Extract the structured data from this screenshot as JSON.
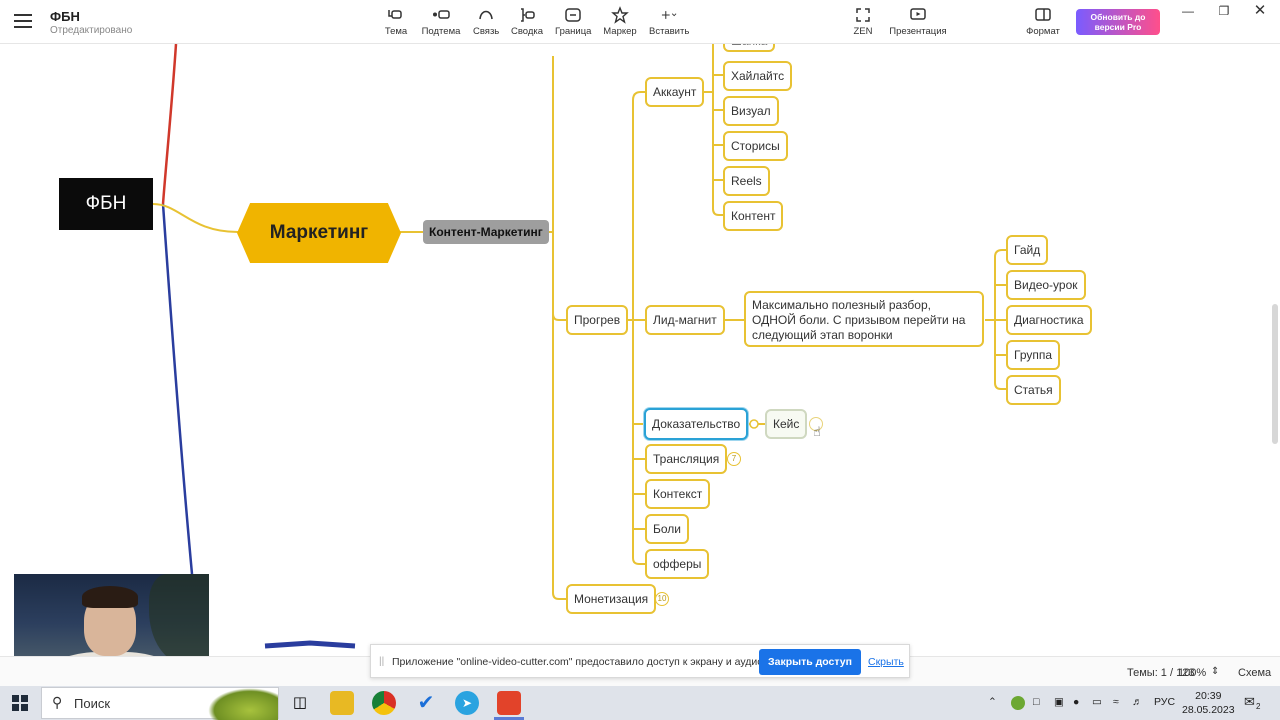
{
  "app": {
    "title": "ФБН",
    "status": "Отредактировано"
  },
  "toolbar": {
    "items": [
      {
        "label": "Тема",
        "icon": "topic-icon"
      },
      {
        "label": "Подтема",
        "icon": "subtopic-icon"
      },
      {
        "label": "Связь",
        "icon": "relationship-icon"
      },
      {
        "label": "Сводка",
        "icon": "summary-icon"
      },
      {
        "label": "Граница",
        "icon": "boundary-icon"
      },
      {
        "label": "Маркер",
        "icon": "star-marker-icon"
      },
      {
        "label": "Вставить",
        "icon": "plus-insert-icon"
      },
      {
        "label": "ZEN",
        "icon": "zen-fullscreen-icon"
      },
      {
        "label": "Презентация",
        "icon": "presentation-icon"
      },
      {
        "label": "Формат",
        "icon": "format-panel-icon"
      }
    ],
    "upgrade_label": "Обновить до версии Pro"
  },
  "mindmap": {
    "root": "ФБН",
    "central": "Маркетинг",
    "branch": "Контент-Маркетинг",
    "partial_top": "Шапка",
    "progrev": "Прогрев",
    "monetization": "Монетизация",
    "monetization_count": "10",
    "account": "Аккаунт",
    "account_children": [
      "Хайлайтс",
      "Визуал",
      "Сторисы",
      "Reels",
      "Контент"
    ],
    "lead_magnet": "Лид-магнит",
    "lead_magnet_desc": "Максимально полезный разбор, ОДНОЙ боли. С призывом перейти на следующий этап воронки",
    "lead_magnet_children": [
      "Гайд",
      "Видео-урок",
      "Диагностика",
      "Группа",
      "Статья"
    ],
    "proof": "Доказательство",
    "case": "Кейс",
    "broadcast": "Трансляция",
    "broadcast_count": "7",
    "progrev_children": [
      "Контекст",
      "Боли",
      "офферы"
    ]
  },
  "share_banner": {
    "message": "Приложение \"online-video-cutter.com\" предоставило доступ к экрану и аудио.",
    "close_label": "Закрыть доступ",
    "hide_label": "Скрыть"
  },
  "status_bar": {
    "topics": "Темы: 1 / 123",
    "zoom": "100%",
    "view": "Схема"
  },
  "taskbar": {
    "search_placeholder": "Поиск",
    "language": "РУС",
    "time": "20:39",
    "date": "28.05.2023",
    "notifications": "2"
  },
  "colors": {
    "accent_yellow": "#e8c233",
    "central_fill": "#f0b400",
    "root_fill": "#0b0b0b",
    "red_line": "#d0382b",
    "blue_line": "#2a3d9e",
    "selected_border": "#2aa2d6",
    "share_button": "#1a73e8"
  }
}
